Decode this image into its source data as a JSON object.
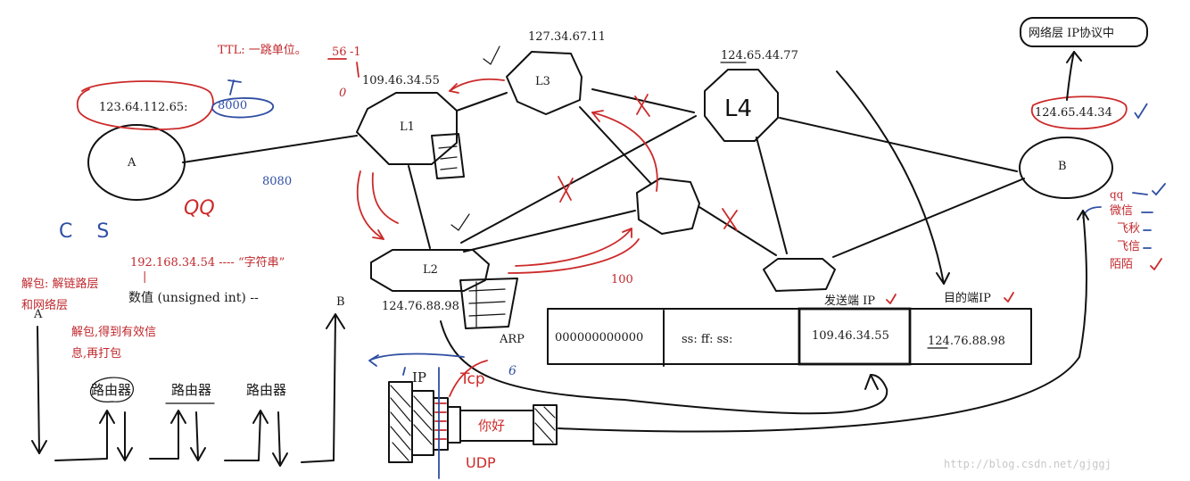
{
  "nodes": {
    "A": "A",
    "B": "B",
    "L1": "L1",
    "L2": "L2",
    "L3": "L3",
    "L4": "L4"
  },
  "ips": {
    "A": "123.64.112.65:",
    "A_port": "8000",
    "L1": "109.46.34.55",
    "L3": "127.34.67.11",
    "L4": "124.65.44.77",
    "B": "124.65.44.34",
    "L2": "124.76.88.98",
    "port_8080": "8080",
    "num_100": "100"
  },
  "annotations": {
    "ttl": "TTL: 一跳单位。",
    "ttl_56": "56",
    "ttl_minus1": "-1",
    "zero": "0",
    "qq": "QQ",
    "cs": "C S",
    "network_layer_box": "网络层  IP协议中",
    "ip_string": "192.168.34.54  ----  “字符串”",
    "ip_bar": "|",
    "ip_int": "数值 (unsigned int) --",
    "unpack1_line1": "解包: 解链路层",
    "unpack1_line2": "和网络层",
    "unpack2_line1": "解包,得到有效信",
    "unpack2_line2": "息,再打包",
    "arp": "ARP",
    "apps": [
      "qq",
      "微信",
      "飞秋",
      "飞信",
      "陌陌"
    ]
  },
  "packet": {
    "fields": [
      "000000000000",
      "ss: ff: ss:",
      "109.46.34.55",
      "124.76.88.98"
    ],
    "src_label": "发送端 IP",
    "dst_label": "目的端IP"
  },
  "stack": {
    "ip": "IP",
    "tcp": "Tcp",
    "udp": "UDP",
    "hello": "你好",
    "six": "6"
  },
  "routers": {
    "axis_a": "A",
    "axis_b": "B",
    "labels": [
      "路由器",
      "路由器",
      "路由器"
    ]
  },
  "watermark": "http://blog.csdn.net/gjggj"
}
